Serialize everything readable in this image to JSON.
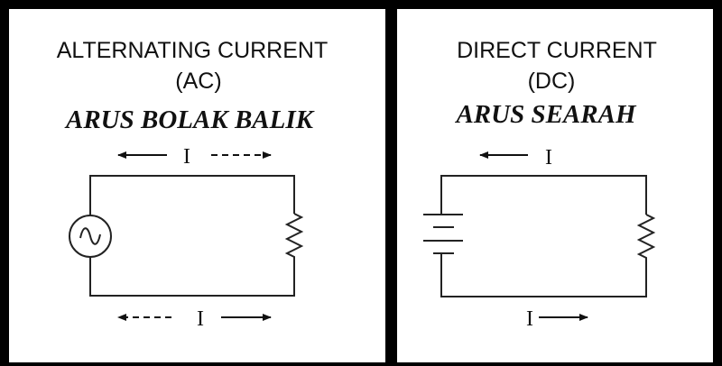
{
  "ac": {
    "title": "ALTERNATING CURRENT",
    "abbr": "(AC)",
    "translation": "ARUS BOLAK BALIK",
    "current_label_top": "I",
    "current_label_bottom": "I",
    "source_icon": "ac-source-icon",
    "load_icon": "resistor-icon"
  },
  "dc": {
    "title": "DIRECT CURRENT",
    "abbr": "(DC)",
    "translation": "ARUS SEARAH",
    "current_label_top": "I",
    "current_label_bottom": "I",
    "source_icon": "battery-icon",
    "load_icon": "resistor-icon"
  }
}
